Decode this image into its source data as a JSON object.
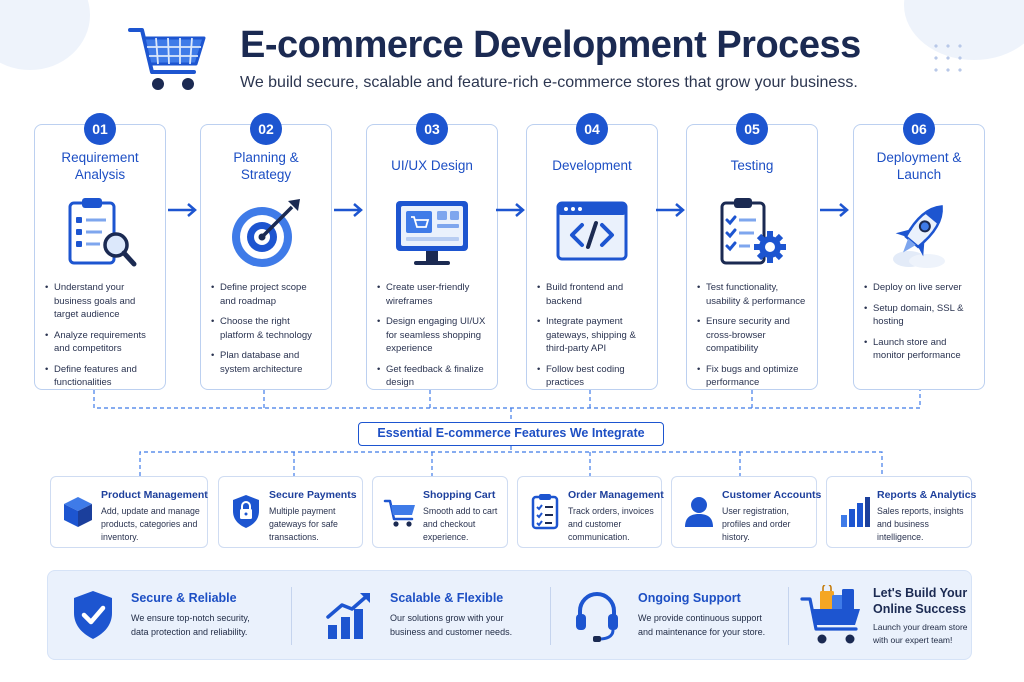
{
  "header": {
    "title": "E-commerce Development Process",
    "subtitle": "We build secure, scalable and feature-rich e-commerce stores that grow your business."
  },
  "colors": {
    "primary": "#1d55d0",
    "dark": "#1b2a52",
    "light": "#eaf1fc",
    "border": "#bcd0f0"
  },
  "steps": [
    {
      "num": "01",
      "title": "Requirement Analysis",
      "icon": "clipboard-magnifier-icon",
      "items": [
        "Understand your business goals and target audience",
        "Analyze requirements and competitors",
        "Define features and functionalities"
      ]
    },
    {
      "num": "02",
      "title": "Planning & Strategy",
      "icon": "target-arrow-icon",
      "items": [
        "Define project scope and roadmap",
        "Choose the right platform & technology",
        "Plan database and system architecture"
      ]
    },
    {
      "num": "03",
      "title": "UI/UX Design",
      "icon": "monitor-design-icon",
      "items": [
        "Create user-friendly wireframes",
        "Design engaging UI/UX for seamless shopping experience",
        "Get feedback & finalize design"
      ]
    },
    {
      "num": "04",
      "title": "Development",
      "icon": "code-window-icon",
      "items": [
        "Build frontend and backend",
        "Integrate payment gateways, shipping & third-party API",
        "Follow best coding practices"
      ]
    },
    {
      "num": "05",
      "title": "Testing",
      "icon": "checklist-gear-icon",
      "items": [
        "Test functionality, usability & performance",
        "Ensure security and cross-browser compatibility",
        "Fix bugs and optimize performance"
      ]
    },
    {
      "num": "06",
      "title": "Deployment & Launch",
      "icon": "rocket-icon",
      "items": [
        "Deploy on live server",
        "Setup domain, SSL & hosting",
        "Launch store and monitor performance"
      ]
    }
  ],
  "features_heading": "Essential E-commerce Features We Integrate",
  "features": [
    {
      "title": "Product Management",
      "desc": "Add, update and manage products, categories and inventory.",
      "icon": "box-icon"
    },
    {
      "title": "Secure Payments",
      "desc": "Multiple payment gateways for safe transactions.",
      "icon": "shield-lock-icon"
    },
    {
      "title": "Shopping Cart",
      "desc": "Smooth add to cart and checkout experience.",
      "icon": "cart-icon"
    },
    {
      "title": "Order Management",
      "desc": "Track orders, invoices and customer communication.",
      "icon": "clipboard-list-icon"
    },
    {
      "title": "Customer Accounts",
      "desc": "User registration, profiles and order history.",
      "icon": "user-icon"
    },
    {
      "title": "Reports & Analytics",
      "desc": "Sales reports, insights and business intelligence.",
      "icon": "bar-chart-icon"
    }
  ],
  "benefits": [
    {
      "title": "Secure & Reliable",
      "desc": [
        "We ensure top-notch security,",
        "data protection and reliability."
      ],
      "icon": "shield-check-icon"
    },
    {
      "title": "Scalable & Flexible",
      "desc": [
        "Our solutions grow with your",
        "business and customer needs."
      ],
      "icon": "growth-chart-icon"
    },
    {
      "title": "Ongoing Support",
      "desc": [
        "We provide continuous support",
        "and maintenance for your store."
      ],
      "icon": "headset-icon"
    }
  ],
  "cta": {
    "title_lines": [
      "Let's Build Your",
      "Online Success"
    ],
    "desc_lines": [
      "Launch your dream store",
      "with our expert team!"
    ],
    "icon": "shopping-cart-bags-icon"
  }
}
